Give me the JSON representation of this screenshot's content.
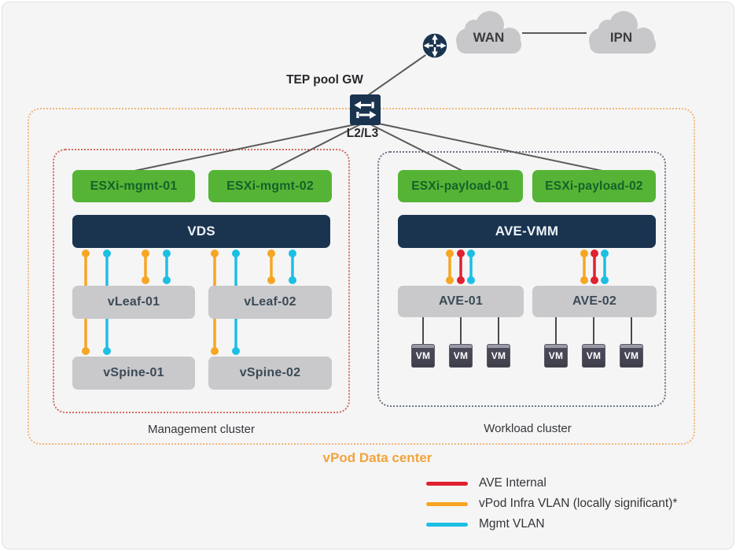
{
  "diagram": {
    "wan_label": "WAN",
    "ipn_label": "IPN",
    "tep_gw_label": "TEP pool GW",
    "l2l3_label": "L2/L3",
    "vpod_label": "vPod Data center",
    "management": {
      "cluster_label": "Management cluster",
      "hosts": [
        "ESXi-mgmt-01",
        "ESXi-mgmt-02"
      ],
      "vds_label": "VDS",
      "leaves": [
        "vLeaf-01",
        "vLeaf-02"
      ],
      "spines": [
        "vSpine-01",
        "vSpine-02"
      ]
    },
    "workload": {
      "cluster_label": "Workload cluster",
      "hosts": [
        "ESXi-payload-01",
        "ESXi-payload-02"
      ],
      "vmm_label": "AVE-VMM",
      "aves": [
        "AVE-01",
        "AVE-02"
      ],
      "vm_label": "VM"
    }
  },
  "legend": {
    "items": [
      {
        "label": "AVE Internal",
        "color": "#e02130"
      },
      {
        "label": "vPod Infra VLAN (locally significant)*",
        "color": "#f6a623"
      },
      {
        "label": "Mgmt VLAN",
        "color": "#1cbfe3"
      }
    ]
  },
  "colors": {
    "accent_green": "#55b435",
    "navy": "#1a3450",
    "box_gray": "#c9c9cb",
    "vpod_border_orange": "#f0b878",
    "mgmt_border_red": "#d66a5e",
    "workload_border_navy": "#6a7585",
    "vpod_title_orange": "#f2a43c",
    "ave_internal_red": "#e02130",
    "infra_vlan_orange": "#f6a623",
    "mgmt_vlan_cyan": "#1cbfe3"
  }
}
